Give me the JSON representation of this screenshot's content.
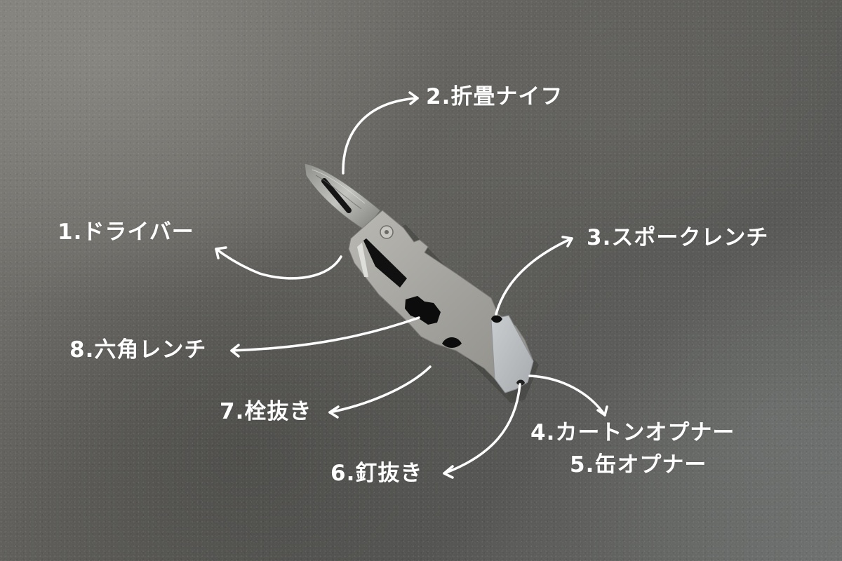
{
  "image": {
    "subject": "titanium multitool with folding damascus blade on concrete surface",
    "background_color": "#646461",
    "tool_color": "#a9a8a3",
    "blade_color": "#9a9a96",
    "annotation_color": "#ffffff"
  },
  "labels": [
    {
      "id": 1,
      "text": "1.ドライバー"
    },
    {
      "id": 2,
      "text": "2.折畳ナイフ"
    },
    {
      "id": 3,
      "text": "3.スポークレンチ"
    },
    {
      "id": 4,
      "text": "4.カートンオプナー"
    },
    {
      "id": 5,
      "text": "5.缶オプナー"
    },
    {
      "id": 6,
      "text": "6.釘抜き"
    },
    {
      "id": 7,
      "text": "7.栓抜き"
    },
    {
      "id": 8,
      "text": "8.六角レンチ"
    }
  ]
}
